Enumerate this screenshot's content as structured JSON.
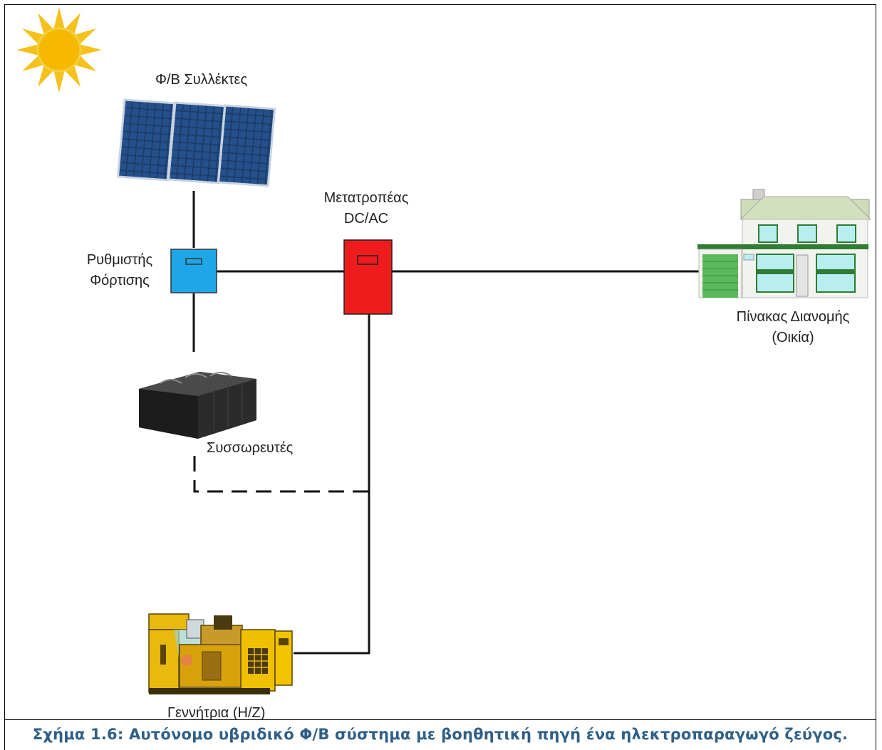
{
  "labels": {
    "pv_collectors": "Φ/Β Συλλέκτες",
    "charge_controller": [
      "Ρυθμιστής",
      "Φόρτισης"
    ],
    "inverter": [
      "Μετατροπέας",
      "DC/AC"
    ],
    "distribution_panel": [
      "Πίνακας Διανομής",
      "(Οικία)"
    ],
    "batteries": "Συσσωρευτές",
    "generator": "Γεννήτρια (Η/Ζ)"
  },
  "caption": "Σχήμα 1.6: Αυτόνομο υβριδικό Φ/Β σύστημα με βοηθητική πηγή ένα ηλεκτροπαραγωγό ζεύγος.",
  "colors": {
    "charge_controller": "#1ea7e8",
    "inverter": "#ee1c1c",
    "caption": "#2f5f87",
    "pv_panel": "#1b3a66",
    "house_green": "#2e7d32",
    "generator": "#e8b90f",
    "sun": "#f6c11b"
  }
}
